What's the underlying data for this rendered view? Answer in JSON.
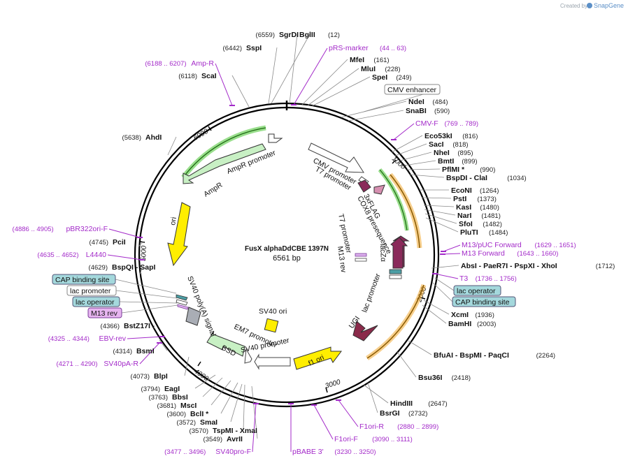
{
  "brand": {
    "prefix": "Created by",
    "name": "SnapGene"
  },
  "plasmid": {
    "name": "FusX alphaDdCBE 1397N",
    "size": "6561 bp"
  },
  "ticks": [
    "1000",
    "2000",
    "3000",
    "4000",
    "5000",
    "6000"
  ],
  "enzymes": [
    {
      "name": "SgrDI",
      "pos": "(6559)"
    },
    {
      "name": "BglII",
      "pos": "(12)"
    },
    {
      "name": "SspI",
      "pos": "(6442)"
    },
    {
      "name": "MfeI",
      "pos": "(161)"
    },
    {
      "name": "MluI",
      "pos": "(228)"
    },
    {
      "name": "SpeI",
      "pos": "(249)"
    },
    {
      "name": "ScaI",
      "pos": "(6118)"
    },
    {
      "name": "NdeI",
      "pos": "(484)"
    },
    {
      "name": "SnaBI",
      "pos": "(590)"
    },
    {
      "name": "AhdI",
      "pos": "(5638)"
    },
    {
      "name": "Eco53kI",
      "pos": "(816)"
    },
    {
      "name": "SacI",
      "pos": "(818)"
    },
    {
      "name": "NheI",
      "pos": "(895)"
    },
    {
      "name": "BmtI",
      "pos": "(899)"
    },
    {
      "name": "PflMI *",
      "pos": "(990)"
    },
    {
      "name": "BspDI - ClaI",
      "pos": "(1034)"
    },
    {
      "name": "EcoNI",
      "pos": "(1264)"
    },
    {
      "name": "PstI",
      "pos": "(1373)"
    },
    {
      "name": "KasI",
      "pos": "(1480)"
    },
    {
      "name": "NarI",
      "pos": "(1481)"
    },
    {
      "name": "SfoI",
      "pos": "(1482)"
    },
    {
      "name": "PluTI",
      "pos": "(1484)"
    },
    {
      "name": "PciI",
      "pos": "(4745)"
    },
    {
      "name": "BspQI - SapI",
      "pos": "(4629)"
    },
    {
      "name": "AbsI - PaeR7I - PspXI - XhoI",
      "pos": "(1712)"
    },
    {
      "name": "XcmI",
      "pos": "(1936)"
    },
    {
      "name": "BamHI",
      "pos": "(2003)"
    },
    {
      "name": "BstZ17I",
      "pos": "(4366)"
    },
    {
      "name": "BsmI",
      "pos": "(4314)"
    },
    {
      "name": "BfuAI - BspMI - PaqCI",
      "pos": "(2264)"
    },
    {
      "name": "BlpI",
      "pos": "(4073)"
    },
    {
      "name": "Bsu36I",
      "pos": "(2418)"
    },
    {
      "name": "EagI",
      "pos": "(3794)"
    },
    {
      "name": "BbsI",
      "pos": "(3763)"
    },
    {
      "name": "MscI",
      "pos": "(3681)"
    },
    {
      "name": "BclI *",
      "pos": "(3600)"
    },
    {
      "name": "SmaI",
      "pos": "(3572)"
    },
    {
      "name": "TspMI - XmaI",
      "pos": "(3570)"
    },
    {
      "name": "AvrII",
      "pos": "(3549)"
    },
    {
      "name": "HindIII",
      "pos": "(2647)"
    },
    {
      "name": "BsrGI",
      "pos": "(2732)"
    }
  ],
  "primers": [
    {
      "name": "pRS-marker",
      "range": "(44 .. 63)"
    },
    {
      "name": "Amp-R",
      "range": "(6188 .. 6207)"
    },
    {
      "name": "CMV-F",
      "range": "(769 .. 789)"
    },
    {
      "name": "pBR322ori-F",
      "range": "(4886 .. 4905)"
    },
    {
      "name": "L4440",
      "range": "(4635 .. 4652)"
    },
    {
      "name": "M13/pUC Forward",
      "range": "(1629 .. 1651)"
    },
    {
      "name": "M13 Forward",
      "range": "(1643 .. 1660)"
    },
    {
      "name": "T3",
      "range": "(1736 .. 1756)"
    },
    {
      "name": "EBV-rev",
      "range": "(4325 .. 4344)"
    },
    {
      "name": "SV40pA-R",
      "range": "(4271 .. 4290)"
    },
    {
      "name": "SV40pro-F",
      "range": "(3477 .. 3496)"
    },
    {
      "name": "pBABE 3'",
      "range": "(3230 .. 3250)"
    },
    {
      "name": "F1ori-F",
      "range": "(3090 .. 3111)"
    },
    {
      "name": "F1ori-R",
      "range": "(2880 .. 2899)"
    }
  ],
  "boxed_labels": [
    {
      "text": "CMV enhancer",
      "style": "white"
    },
    {
      "text": "CAP binding site",
      "style": "teal"
    },
    {
      "text": "lac promoter",
      "style": "white"
    },
    {
      "text": "lac operator",
      "style": "teal"
    },
    {
      "text": "M13 rev",
      "style": "purple"
    },
    {
      "text": "lac operator",
      "style": "teal"
    },
    {
      "text": "CAP binding site",
      "style": "teal"
    }
  ],
  "features": {
    "ampr_promoter": "AmpR promoter",
    "ampr": "AmpR",
    "ori": "ori",
    "cmv_promoter": "CMV promoter",
    "t7_promoter_top": "T7 promoter",
    "flag": "3xFLAG",
    "cox8": "COX8 presequence",
    "t7_promoter_mid": "T7 promoter",
    "m13_rev": "M13 rev",
    "lacza": "lacZα",
    "lac_promoter": "lac promoter",
    "ugi": "UGI",
    "sv40_polya": "SV40 poly(A) signal",
    "sv40_ori": "SV40 ori",
    "em7": "EM7 promoter",
    "bsd": "BSD",
    "sv40_promoter": "SV40 promoter",
    "f1_ori": "f1 ori"
  },
  "colors": {
    "ampr": "#c8f0c4",
    "ori": "#ffee00",
    "fusion": "#8a2a5a",
    "ugi": "#8a2a4a",
    "bsd": "#c8f0c4",
    "highlight_orange": "#f0a830",
    "highlight_green": "#55c840",
    "primer": "#a32ac9",
    "teal_box": "#a4d8dc",
    "purple_box": "#e7b5f0"
  }
}
